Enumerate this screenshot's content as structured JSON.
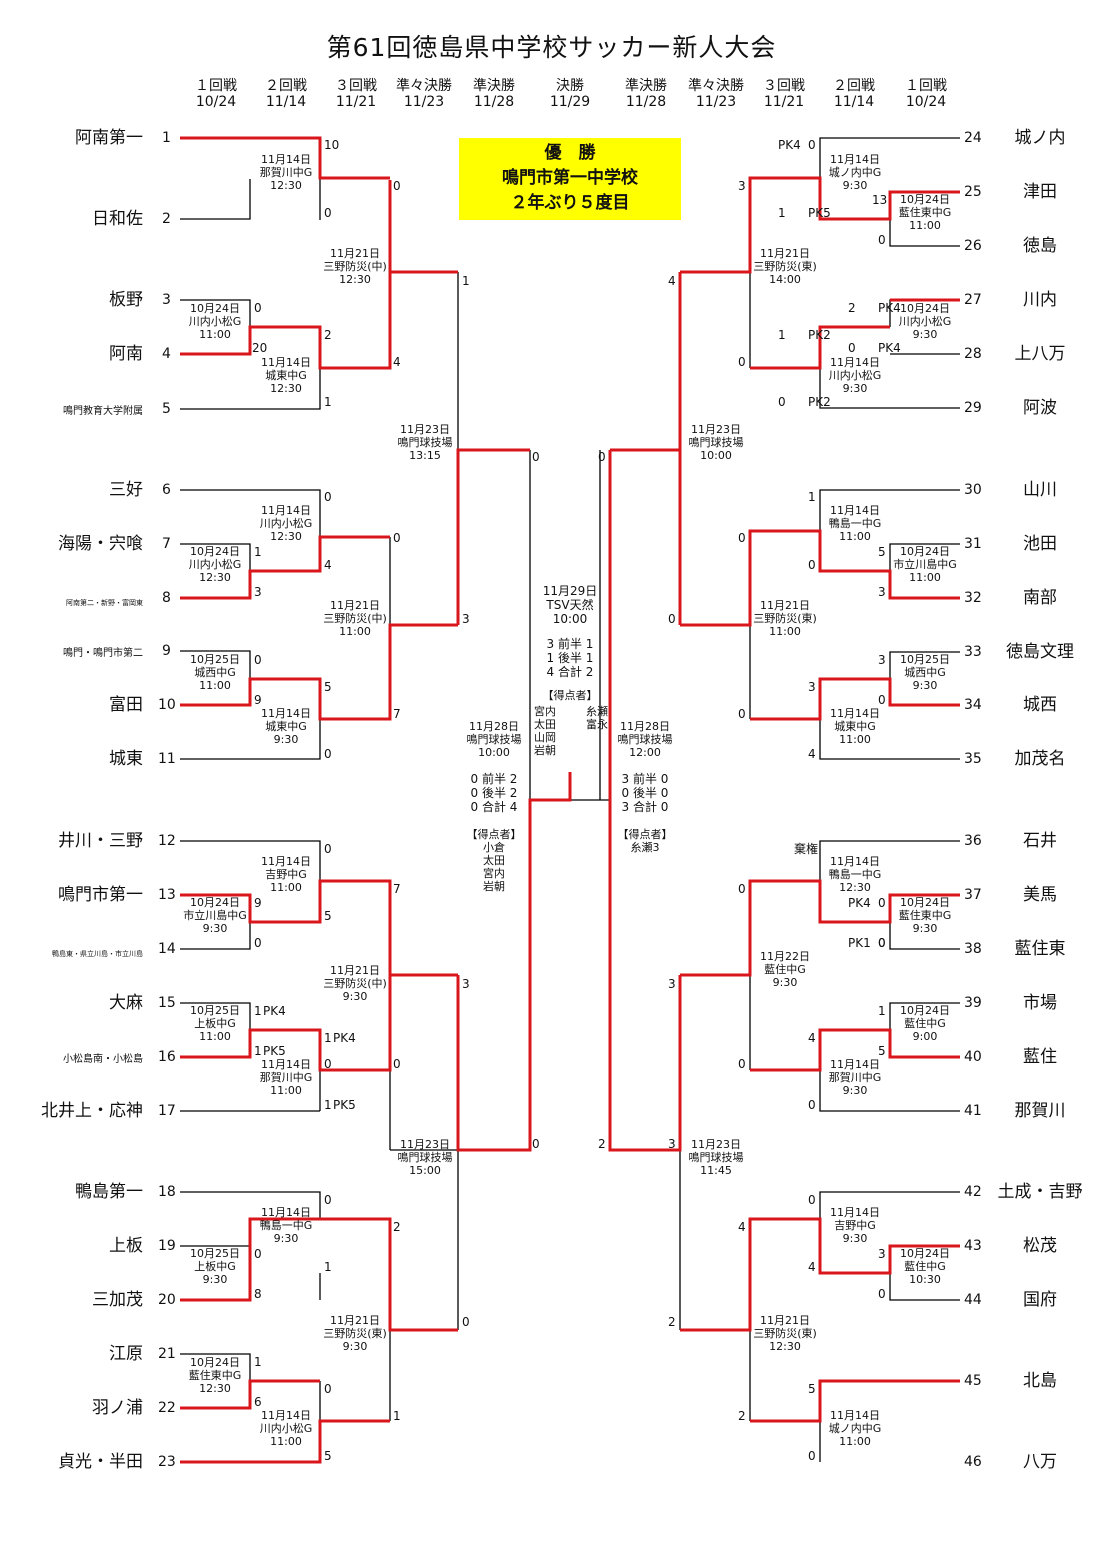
{
  "title": "第61回徳島県中学校サッカー新人大会",
  "rounds_left": [
    {
      "name": "１回戦",
      "date": "10/24"
    },
    {
      "name": "２回戦",
      "date": "11/14"
    },
    {
      "name": "３回戦",
      "date": "11/21"
    },
    {
      "name": "準々決勝",
      "date": "11/23"
    },
    {
      "name": "準決勝",
      "date": "11/28"
    }
  ],
  "round_final": {
    "name": "決勝",
    "date": "11/29"
  },
  "rounds_right": [
    {
      "name": "準決勝",
      "date": "11/28"
    },
    {
      "name": "準々決勝",
      "date": "11/23"
    },
    {
      "name": "３回戦",
      "date": "11/21"
    },
    {
      "name": "２回戦",
      "date": "11/14"
    },
    {
      "name": "１回戦",
      "date": "10/24"
    }
  ],
  "champion": {
    "line1": "優　勝",
    "line2": "鳴門市第一中学校",
    "line3": "２年ぶり５度目"
  },
  "teams": [
    {
      "no": "1",
      "name": "阿南第一"
    },
    {
      "no": "2",
      "name": "日和佐"
    },
    {
      "no": "3",
      "name": "板野"
    },
    {
      "no": "4",
      "name": "阿南"
    },
    {
      "no": "5",
      "name": "鳴門教育大学附属"
    },
    {
      "no": "6",
      "name": "三好"
    },
    {
      "no": "7",
      "name": "海陽・宍喰"
    },
    {
      "no": "8",
      "name": "阿南第二・新野・富岡東"
    },
    {
      "no": "9",
      "name": "鳴門・鳴門市第二"
    },
    {
      "no": "10",
      "name": "富田"
    },
    {
      "no": "11",
      "name": "城東"
    },
    {
      "no": "12",
      "name": "井川・三野"
    },
    {
      "no": "13",
      "name": "鳴門市第一"
    },
    {
      "no": "14",
      "name": "鴨島東・県立川島・市立川島"
    },
    {
      "no": "15",
      "name": "大麻"
    },
    {
      "no": "16",
      "name": "小松島南・小松島"
    },
    {
      "no": "17",
      "name": "北井上・応神"
    },
    {
      "no": "18",
      "name": "鴨島第一"
    },
    {
      "no": "19",
      "name": "上板"
    },
    {
      "no": "20",
      "name": "三加茂"
    },
    {
      "no": "21",
      "name": "江原"
    },
    {
      "no": "22",
      "name": "羽ノ浦"
    },
    {
      "no": "23",
      "name": "貞光・半田"
    },
    {
      "no": "24",
      "name": "城ノ内"
    },
    {
      "no": "25",
      "name": "津田"
    },
    {
      "no": "26",
      "name": "徳島"
    },
    {
      "no": "27",
      "name": "川内"
    },
    {
      "no": "28",
      "name": "上八万"
    },
    {
      "no": "29",
      "name": "阿波"
    },
    {
      "no": "30",
      "name": "山川"
    },
    {
      "no": "31",
      "name": "池田"
    },
    {
      "no": "32",
      "name": "南部"
    },
    {
      "no": "33",
      "name": "徳島文理"
    },
    {
      "no": "34",
      "name": "城西"
    },
    {
      "no": "35",
      "name": "加茂名"
    },
    {
      "no": "36",
      "name": "石井"
    },
    {
      "no": "37",
      "name": "美馬"
    },
    {
      "no": "38",
      "name": "藍住東"
    },
    {
      "no": "39",
      "name": "市場"
    },
    {
      "no": "40",
      "name": "藍住"
    },
    {
      "no": "41",
      "name": "那賀川"
    },
    {
      "no": "42",
      "name": "土成・吉野"
    },
    {
      "no": "43",
      "name": "松茂"
    },
    {
      "no": "44",
      "name": "国府"
    },
    {
      "no": "45",
      "name": "北島"
    },
    {
      "no": "46",
      "name": "八万"
    }
  ],
  "scores": [
    "10",
    "0",
    "0",
    "1",
    "4",
    "0",
    "2",
    "20",
    "1",
    "0",
    "0",
    "0",
    "4",
    "1",
    "3",
    "3",
    "7",
    "0",
    "5",
    "9",
    "0",
    "0",
    "0",
    "5",
    "9",
    "0",
    "7",
    "3",
    "1",
    "PK4",
    "1",
    "PK4",
    "0",
    "1",
    "PK5",
    "1",
    "PK5",
    "0",
    "2",
    "0",
    "1",
    "0",
    "8",
    "0",
    "1",
    "5",
    "6",
    "1",
    "0",
    "0",
    "4",
    "3",
    "PK4",
    "0",
    "1",
    "PK5",
    "0",
    "13",
    "0",
    "2",
    "PK4",
    "1",
    "PK2",
    "0",
    "PK4",
    "0",
    "PK2",
    "1",
    "0",
    "0",
    "0",
    "5",
    "3",
    "0",
    "3",
    "3",
    "0",
    "4",
    "3",
    "0",
    "0",
    "棄権",
    "0",
    "PK4",
    "0",
    "PK1",
    "0",
    "3",
    "1",
    "5",
    "4",
    "0",
    "2",
    "0",
    "4",
    "3",
    "4",
    "0",
    "2",
    "5",
    "0",
    "2",
    "3"
  ],
  "match_info": [
    "11月14日\n那賀川中G\n12:30",
    "11月21日\n三野防災(中)\n12:30",
    "10月24日\n川内小松G\n11:00",
    "11月14日\n城東中G\n12:30",
    "11月23日\n鳴門球技場\n13:15",
    "11月14日\n川内小松G\n12:30",
    "10月24日\n川内小松G\n12:30",
    "11月21日\n三野防災(中)\n11:00",
    "10月25日\n城西中G\n11:00",
    "11月14日\n城東中G\n9:30",
    "11月28日\n鳴門球技場\n10:00",
    "11月14日\n吉野中G\n11:00",
    "10月24日\n市立川島中G\n9:30",
    "11月21日\n三野防災(中)\n9:30",
    "10月25日\n上板中G\n11:00",
    "11月14日\n那賀川中G\n11:00",
    "11月23日\n鳴門球技場\n15:00",
    "11月14日\n鴨島一中G\n9:30",
    "10月25日\n上板中G\n9:30",
    "11月21日\n三野防災(東)\n9:30",
    "10月24日\n藍住東中G\n12:30",
    "11月14日\n川内小松G\n11:00",
    "11月29日\nTSV天然\n10:00",
    "11月14日\n城ノ内中G\n9:30",
    "10月24日\n藍住東中G\n11:00",
    "11月21日\n三野防災(東)\n14:00",
    "10月24日\n川内小松G\n9:30",
    "11月14日\n川内小松G\n9:30",
    "11月23日\n鳴門球技場\n10:00",
    "11月14日\n鴨島一中G\n11:00",
    "10月24日\n市立川島中G\n11:00",
    "11月21日\n三野防災(東)\n11:00",
    "10月25日\n城西中G\n9:30",
    "11月14日\n城東中G\n11:00",
    "11月28日\n鳴門球技場\n12:00",
    "11月14日\n鴨島一中G\n12:30",
    "10月24日\n藍住東中G\n9:30",
    "11月22日\n藍住中G\n9:30",
    "10月24日\n藍住中G\n9:00",
    "11月14日\n那賀川中G\n9:30",
    "11月23日\n鳴門球技場\n11:45",
    "11月14日\n吉野中G\n9:30",
    "10月24日\n藍住中G\n10:30",
    "11月21日\n三野防災(東)\n12:30",
    "11月14日\n城ノ内中G\n11:00"
  ],
  "final_result": "3 前半 1\n1 後半 1\n4 合計 2",
  "final_scorers_title": "【得点者】",
  "final_scorers_left": "宮内\n太田\n山岡\n岩朝",
  "final_scorers_right": "糸瀬\n富永",
  "sf_left_result": "0 前半 2\n0 後半 2\n0 合計 4",
  "sf_left_scorers": "【得点者】\n小倉\n太田\n宮内\n岩朝",
  "sf_right_result": "3 前半 0\n0 後半 0\n3 合計 0",
  "sf_right_scorers": "【得点者】\n糸瀬3"
}
